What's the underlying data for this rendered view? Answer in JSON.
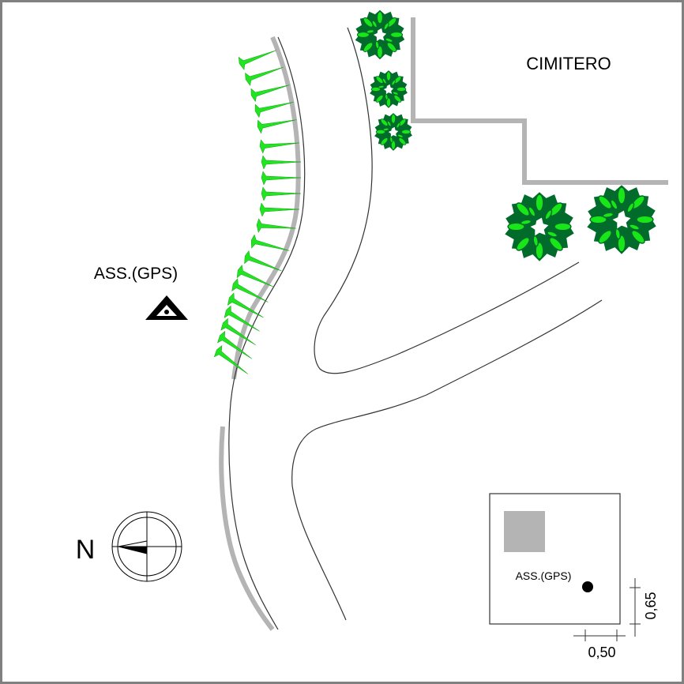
{
  "map": {
    "labels": {
      "cemetery": "CIMITERO",
      "gps_point": "ASS.(GPS)",
      "north": "N"
    },
    "inset": {
      "gps_label": "ASS.(GPS)",
      "offset_x": "0,50",
      "offset_y": "0,65"
    },
    "icons": {
      "gps_marker": "triangle-eye-icon",
      "compass": "compass-rose-icon",
      "tree": "tree-canopy-icon",
      "hedge": "hedge-shrub-icon"
    },
    "colors": {
      "frame": "#808080",
      "wall": "#b4b4b4",
      "road_line": "#333333",
      "tree_dark": "#006b2a",
      "tree_light": "#19e619",
      "hedge": "#22e522",
      "inset_square": "#b4b4b4",
      "ink": "#000000"
    }
  }
}
